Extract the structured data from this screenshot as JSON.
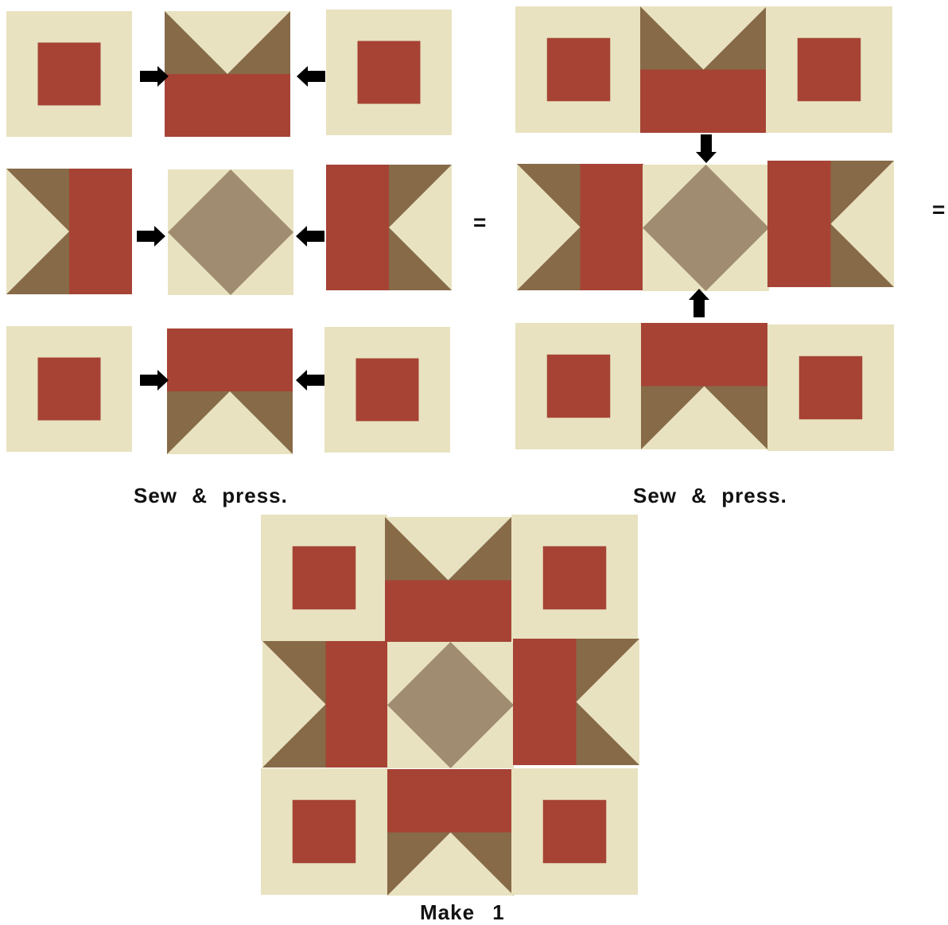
{
  "colors": {
    "cream": "#e8e2c0",
    "red": "#a64335",
    "brown": "#876a48",
    "tan": "#a08c70",
    "arrow": "#000000"
  },
  "labels": {
    "step1": "Sew & press.",
    "step2": "Sew & press.",
    "step3": "Make 1",
    "equals": "="
  }
}
